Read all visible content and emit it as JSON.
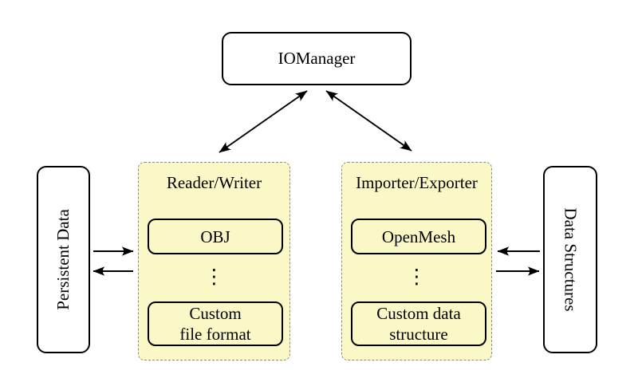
{
  "diagram": {
    "top_node": {
      "label": "IOManager"
    },
    "left_node": {
      "label": "Persistent Data"
    },
    "right_node": {
      "label": "Data Structures"
    },
    "left_panel": {
      "title": "Reader/Writer",
      "item_top": "OBJ",
      "dots": "⋮",
      "item_bottom_line1": "Custom",
      "item_bottom_line2": "file format"
    },
    "right_panel": {
      "title": "Importer/Exporter",
      "item_top": "OpenMesh",
      "dots": "⋮",
      "item_bottom_line1": "Custom data",
      "item_bottom_line2": "structure"
    },
    "connections": [
      {
        "from": "IOManager",
        "to": "Reader/Writer",
        "type": "bidirectional"
      },
      {
        "from": "IOManager",
        "to": "Importer/Exporter",
        "type": "bidirectional"
      },
      {
        "from": "Persistent Data",
        "to": "Reader/Writer",
        "type": "one-way"
      },
      {
        "from": "Reader/Writer",
        "to": "Persistent Data",
        "type": "one-way"
      },
      {
        "from": "Data Structures",
        "to": "Importer/Exporter",
        "type": "one-way"
      },
      {
        "from": "Importer/Exporter",
        "to": "Data Structures",
        "type": "one-way"
      }
    ],
    "colors": {
      "panel_fill": "#FAF8C6",
      "panel_border": "#8A8A8A",
      "node_border": "#000000",
      "background": "#FFFFFF",
      "text": "#000000"
    }
  }
}
